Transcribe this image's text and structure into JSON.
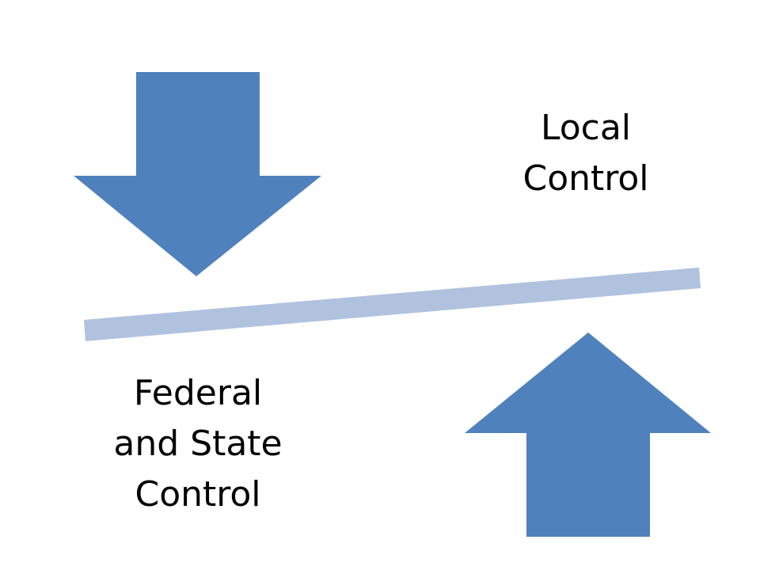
{
  "labels": {
    "local": [
      "Local",
      "Control"
    ],
    "federal": [
      "Federal",
      "and State",
      "Control"
    ]
  },
  "colors": {
    "arrow_fill": "#4f81bd",
    "balance_beam": "#b0c2de",
    "text": "#000000",
    "background": "#ffffff"
  },
  "icons": {
    "down_arrow": "arrow-down-icon",
    "up_arrow": "arrow-up-icon"
  }
}
